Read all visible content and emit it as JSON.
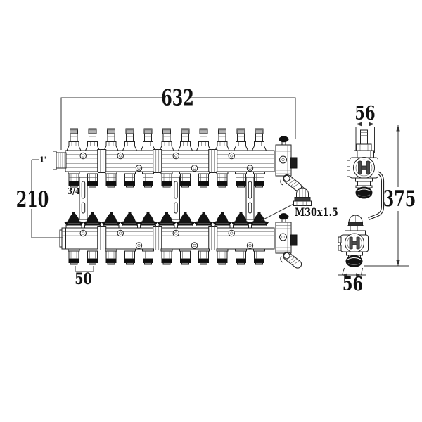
{
  "dimensions": {
    "total_width": "632",
    "row_spacing": "210",
    "outlet_spacing": "50",
    "side_top_width": "56",
    "side_height": "375",
    "side_bottom_width": "56"
  },
  "labels": {
    "inlet_thread": "1'",
    "outlet_thread": "3/4",
    "actuator_thread": "M30x1.5"
  },
  "colors": {
    "line": "#222222",
    "cap_black": "#141414",
    "cap_gray": "#b3b3b3",
    "background": "#ffffff"
  }
}
